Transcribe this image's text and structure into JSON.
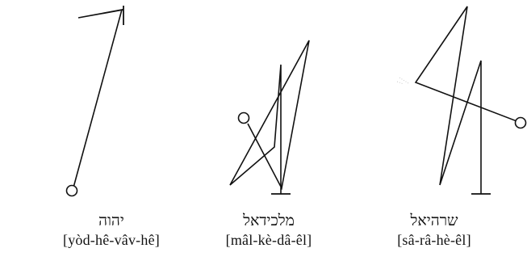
{
  "sigils": [
    {
      "hebrew": "יהוה",
      "transliteration": "[yòd-hê-vâv-hê]"
    },
    {
      "hebrew": "מלכידאל",
      "transliteration": "[mâl-kè-dâ-êl]"
    },
    {
      "hebrew": "שרהיאל",
      "transliteration": "[sâ-râ-hè-êl]"
    }
  ],
  "colors": {
    "ink": "#111111",
    "background": "#ffffff"
  }
}
